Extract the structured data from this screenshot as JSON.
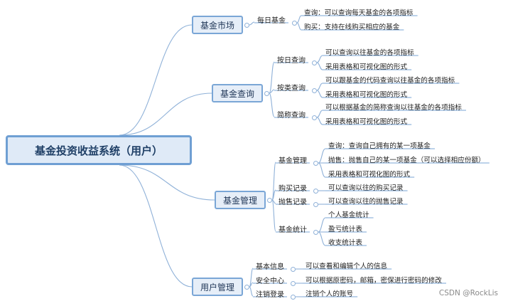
{
  "root": "基金投资收益系统（用户）",
  "branches": [
    {
      "label": "基金市场",
      "children": [
        {
          "label": "每日基金",
          "leaves": [
            "查询：可以查询每天基金的各项指标",
            "购买：支持在线购买相应的基金"
          ]
        }
      ]
    },
    {
      "label": "基金查询",
      "children": [
        {
          "label": "按日查询",
          "leaves": [
            "可以查询以往基金的各项指标",
            "采用表格和可视化图的形式"
          ]
        },
        {
          "label": "按类查询",
          "leaves": [
            "可以跟基金的代码查询以往基金的各项指标",
            "采用表格和可视化图的形式"
          ]
        },
        {
          "label": "简称查询",
          "leaves": [
            "可以根据基金的简称查询以往基金的各项指标",
            "采用表格和可视化图的形式"
          ]
        }
      ]
    },
    {
      "label": "基金管理",
      "children": [
        {
          "label": "基金管理",
          "leaves": [
            "查询：查询自己拥有的某一项基金",
            "抛售：抛售自己的某一项基金（可以选择相应份额）",
            "采用表格和可视化图的形式"
          ]
        },
        {
          "label": "购买记录",
          "leaves": [
            "可以查询以往的购买记录"
          ]
        },
        {
          "label": "抛售记录",
          "leaves": [
            "可以查询以往的抛售记录"
          ]
        },
        {
          "label": "基金统计",
          "leaves": [
            "个人基金统计",
            "盈亏统计表",
            "收支统计表"
          ]
        }
      ]
    },
    {
      "label": "用户管理",
      "children": [
        {
          "label": "基本信息",
          "leaves": [
            "可以查看和编辑个人的信息"
          ]
        },
        {
          "label": "安全中心",
          "leaves": [
            "可以根据原密码，邮箱，密保进行密码的修改"
          ]
        },
        {
          "label": "注销登录",
          "leaves": [
            "注销个人的账号"
          ]
        }
      ]
    }
  ],
  "watermark": "CSDN @RockLis"
}
